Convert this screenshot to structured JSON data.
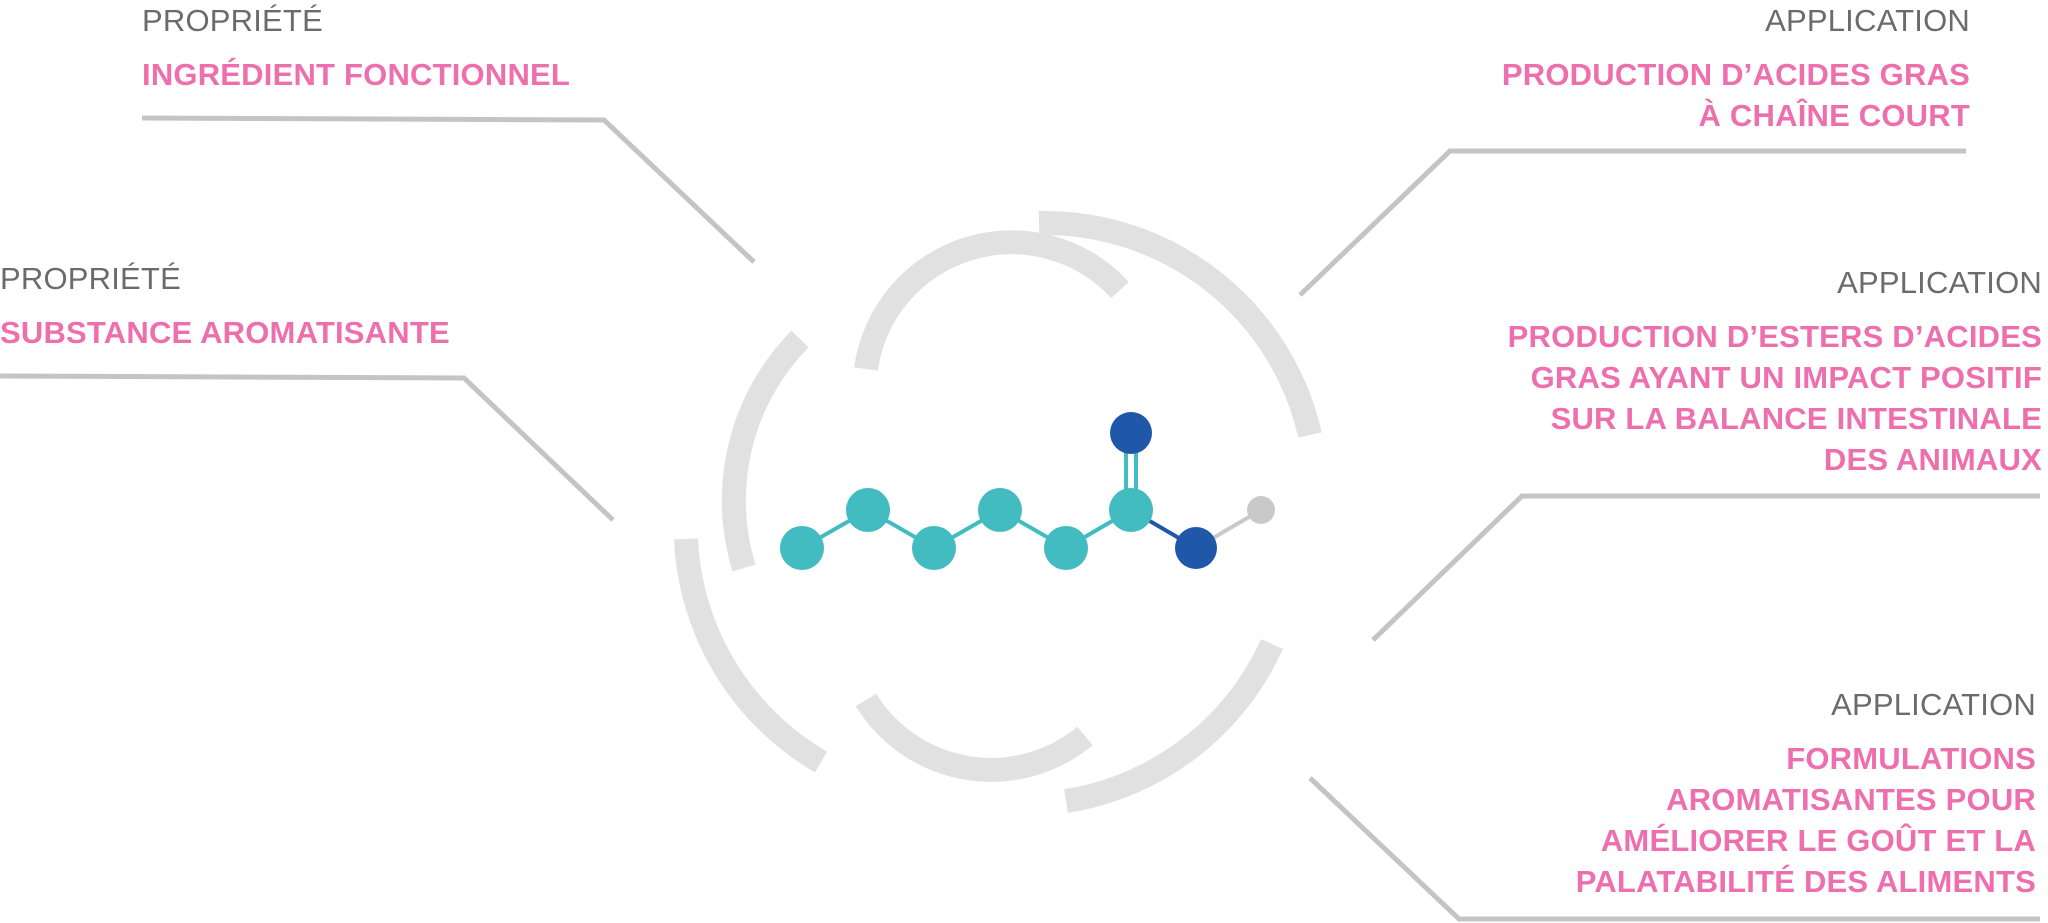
{
  "callouts": [
    {
      "id": "prop-1",
      "kind": "PROPRIÉTÉ",
      "lines": [
        "INGRÉDIENT FONCTIONNEL"
      ]
    },
    {
      "id": "prop-2",
      "kind": "PROPRIÉTÉ",
      "lines": [
        "SUBSTANCE AROMATISANTE"
      ]
    },
    {
      "id": "app-1",
      "kind": "APPLICATION",
      "lines": [
        "PRODUCTION D’ACIDES GRAS",
        "À CHAÎNE COURT"
      ]
    },
    {
      "id": "app-2",
      "kind": "APPLICATION",
      "lines": [
        "PRODUCTION D’ESTERS D’ACIDES",
        "GRAS AYANT UN IMPACT POSITIF",
        "SUR LA BALANCE INTESTINALE",
        "DES ANIMAUX"
      ]
    },
    {
      "id": "app-3",
      "kind": "APPLICATION",
      "lines": [
        "FORMULATIONS",
        "AROMATISANTES POUR",
        "AMÉLIORER LE GOÛT ET LA",
        "PALATABILITÉ DES ALIMENTS"
      ]
    }
  ],
  "colors": {
    "kind_text": "#6b6b6b",
    "value_text": "#ee6fad",
    "leader_line": "#c4c4c4",
    "ring": "#e1e1e1",
    "carbon_atom": "#42bcc1",
    "oxygen_atom": "#1f58a8",
    "hydrogen_atom": "#c9c9c9"
  }
}
